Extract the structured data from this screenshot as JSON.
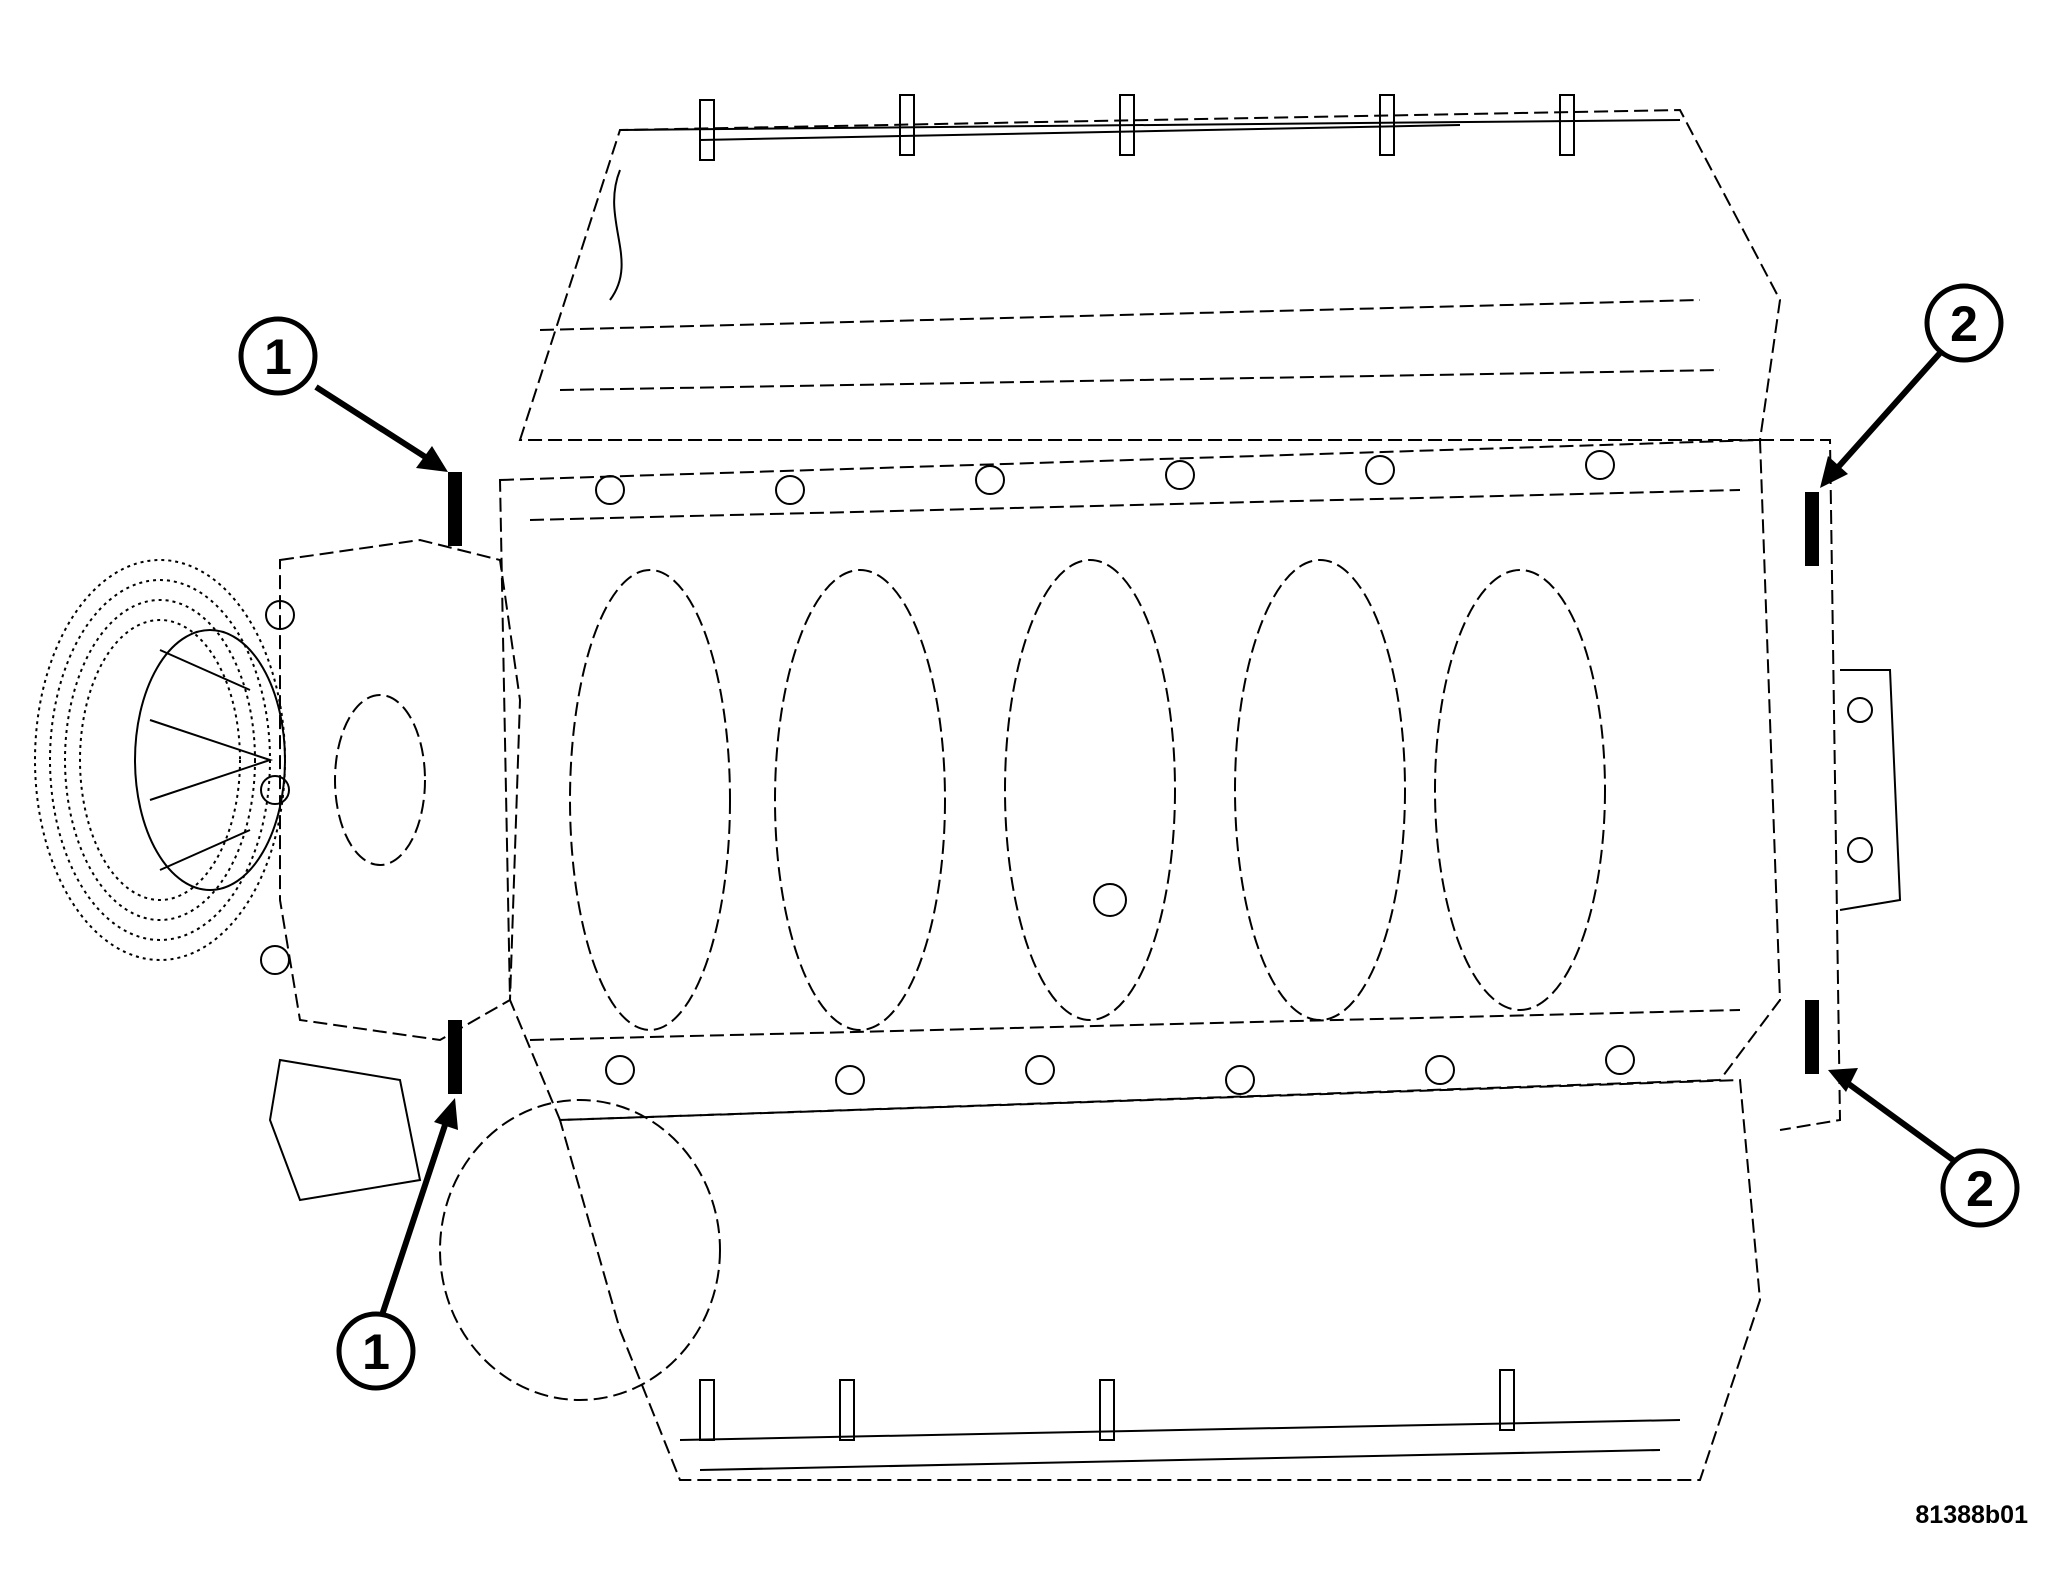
{
  "figure": {
    "id_label": "81388b01",
    "callouts": [
      {
        "label": "1",
        "target": "sealant-bead-front-upper"
      },
      {
        "label": "1",
        "target": "sealant-bead-front-lower"
      },
      {
        "label": "2",
        "target": "sealant-bead-rear-upper"
      },
      {
        "label": "2",
        "target": "sealant-bead-rear-lower"
      }
    ]
  },
  "colors": {
    "line": "#000000",
    "background": "#ffffff"
  }
}
